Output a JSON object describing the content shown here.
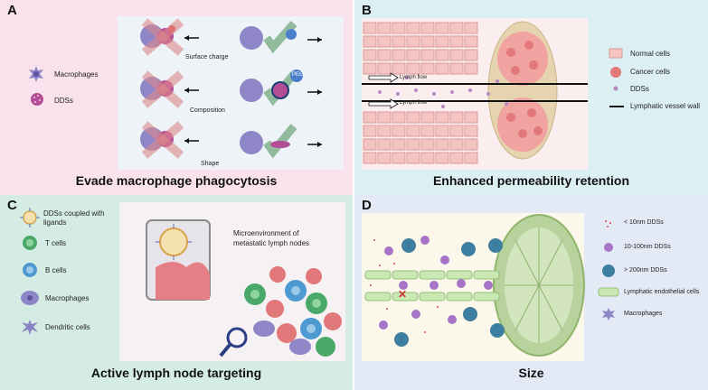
{
  "panels": {
    "a": {
      "letter": "A",
      "title": "Evade macrophage phagocytosis",
      "legend": [
        "Macrophages",
        "DDSs"
      ],
      "rows": [
        "Surface charge",
        "Composition",
        "Shape"
      ],
      "peg_label": "PEG"
    },
    "b": {
      "letter": "B",
      "title": "Enhanced permeability retention",
      "flow_label": "Lymph flow",
      "legend": [
        "Normal cells",
        "Cancer cells",
        "DDSs",
        "Lymphatic vessel wall"
      ]
    },
    "c": {
      "letter": "C",
      "title": "Active lymph node targeting",
      "legend": [
        "DDSs coupled with",
        "ligands",
        "T cells",
        "B cells",
        "Macrophages",
        "Dendritic cells"
      ],
      "micro_label_1": "Microenvironment of",
      "micro_label_2": "metastatic lymph nodes"
    },
    "d": {
      "letter": "D",
      "title": "Size",
      "legend": [
        "< 10nm DDSs",
        "10-100nm DDSs",
        "> 200nm DDSs",
        "Lymphatic endothelial cells",
        "Macrophages"
      ]
    }
  },
  "colors": {
    "panel_a_bg": "#f9e2ec",
    "panel_b_bg": "#dceff3",
    "panel_c_bg": "#d4ece4",
    "panel_d_bg": "#e4e9f6",
    "macrophage": "#8f86c7",
    "dds": "#b34e96",
    "cancer": "#e3787a",
    "normal": "#f3c4c2",
    "endothelial": "#c9e8b4",
    "lymph_node": "#b7d29c",
    "tcell": "#4aa86a",
    "bcell": "#4c9ad1",
    "large_dds": "#3d7fa0"
  }
}
